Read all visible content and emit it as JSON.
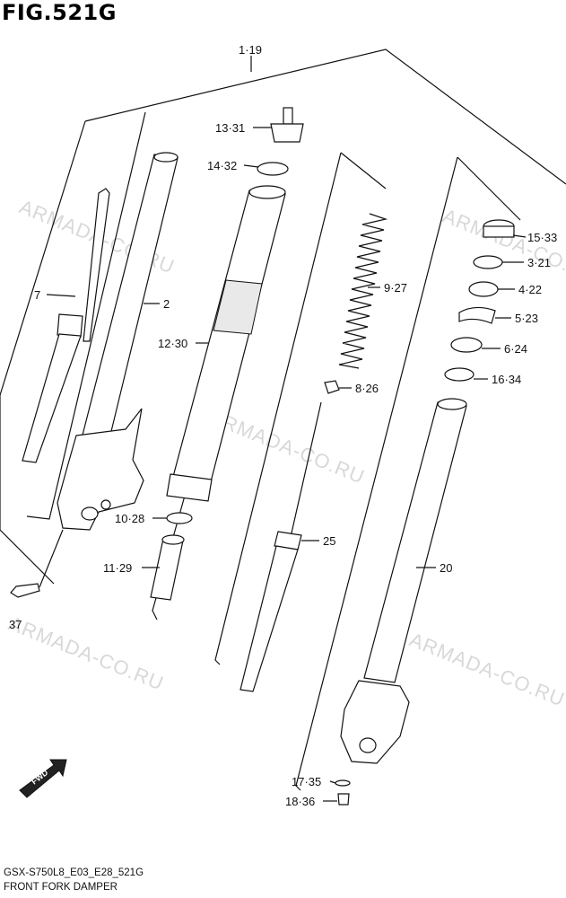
{
  "figure": {
    "title": "FIG.521G",
    "model_code": "GSX-S750L8_E03_E28_521G",
    "name": "FRONT FORK DAMPER"
  },
  "watermark": "ARMADA-CO.RU",
  "fwd_label": "FWD",
  "callouts": {
    "c1": "1·19",
    "c2": "2",
    "c7": "7",
    "c13": "13·31",
    "c14": "14·32",
    "c12": "12·30",
    "c10": "10·28",
    "c11": "11·29",
    "c9": "9·27",
    "c8": "8·26",
    "c25": "25",
    "c15": "15·33",
    "c3": "3·21",
    "c4": "4·22",
    "c5": "5·23",
    "c6": "6·24",
    "c16": "16·34",
    "c20": "20",
    "c17": "17·35",
    "c18": "18·36",
    "c37": "37"
  },
  "colors": {
    "line": "#111111",
    "watermark": "#b9b9b9",
    "background": "#ffffff"
  }
}
